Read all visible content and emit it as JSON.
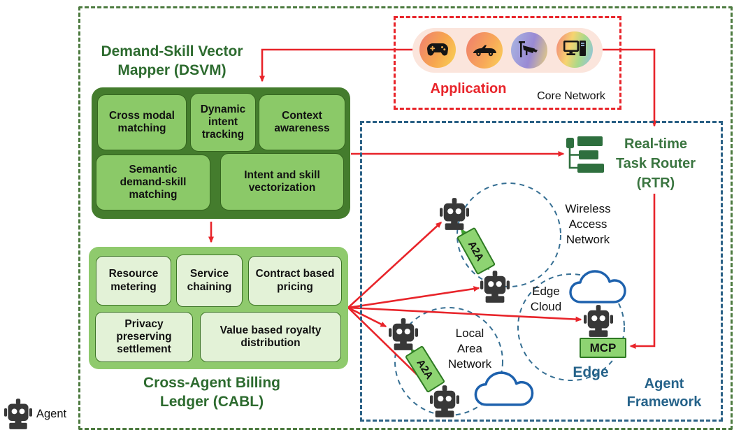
{
  "dsvm": {
    "title_line1": "Demand-Skill Vector",
    "title_line2": "Mapper (DSVM)",
    "modules": [
      "Cross modal matching",
      "Dynamic intent tracking",
      "Context awareness",
      "Semantic demand-skill matching",
      "Intent and skill vectorization"
    ]
  },
  "cabl": {
    "title_line1": "Cross-Agent Billing",
    "title_line2": "Ledger (CABL)",
    "modules": [
      "Resource metering",
      "Service chaining",
      "Contract based pricing",
      "Privacy preserving settlement",
      "Value based royalty distribution"
    ]
  },
  "application": {
    "label": "Application",
    "network_label": "Core Network",
    "icons": [
      "gamepad-icon",
      "car-icon",
      "surveillance-camera-icon",
      "desktop-computer-icon"
    ]
  },
  "rtr": {
    "line1": "Real-time",
    "line2": "Task Router",
    "line3": "(RTR)"
  },
  "agent_framework": {
    "label_line1": "Agent",
    "label_line2": "Framework",
    "edge_label": "Edge",
    "wireless": {
      "l1": "Wireless",
      "l2": "Access",
      "l3": "Network"
    },
    "edge_cloud": {
      "l1": "Edge",
      "l2": "Cloud"
    },
    "lan": {
      "l1": "Local",
      "l2": "Area",
      "l3": "Network"
    },
    "protocols": {
      "a2a": "A2A",
      "mcp": "MCP"
    }
  },
  "legend": {
    "agent_label": "Agent"
  },
  "colors": {
    "red": "#e8242a",
    "dsvm_dark_green": "#447c2d",
    "dsvm_light_green": "#8bc968",
    "cabl_green": "#8fca6d",
    "cabl_pale_green": "#e3f2d7",
    "title_green": "#2d6b2f",
    "rtr_green": "#3a7540",
    "framework_blue": "#26638a",
    "circle_blue": "#366f93",
    "cloud_blue": "#1d61ad",
    "protocol_green": "#8ed472",
    "outer_border_green": "#4d7b40",
    "robot_gray": "#383838"
  }
}
